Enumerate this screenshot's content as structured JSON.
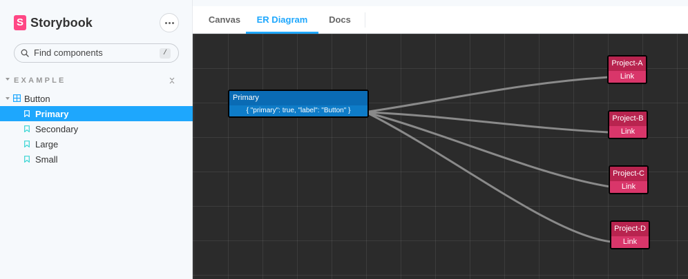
{
  "app": {
    "name": "Storybook",
    "logo_letter": "S"
  },
  "search": {
    "placeholder": "Find components",
    "shortcut": "/"
  },
  "sidebar": {
    "section_title": "EXAMPLE",
    "component": {
      "label": "Button",
      "icon": "component-icon"
    },
    "stories": [
      {
        "label": "Primary",
        "active": true
      },
      {
        "label": "Secondary",
        "active": false
      },
      {
        "label": "Large",
        "active": false
      },
      {
        "label": "Small",
        "active": false
      }
    ]
  },
  "tabs": [
    {
      "label": "Canvas",
      "active": false
    },
    {
      "label": "ER Diagram",
      "active": true
    },
    {
      "label": "Docs",
      "active": false
    }
  ],
  "diagram": {
    "primary_node": {
      "title": "Primary",
      "field": "{ \"primary\": true, \"label\": \"Button\" }"
    },
    "project_nodes": [
      {
        "title": "Project-A",
        "field": "Link"
      },
      {
        "title": "Project-B",
        "field": "Link"
      },
      {
        "title": "Project-C",
        "field": "Link"
      },
      {
        "title": "Project-D",
        "field": "Link"
      }
    ]
  },
  "colors": {
    "accent": "#1EA7FD",
    "brand": "#FF4785",
    "canvas_bg": "#2B2B2B",
    "primary_node": "#0A6BB4",
    "project_node": "#B8244F",
    "edge": "#8A8A8A"
  }
}
